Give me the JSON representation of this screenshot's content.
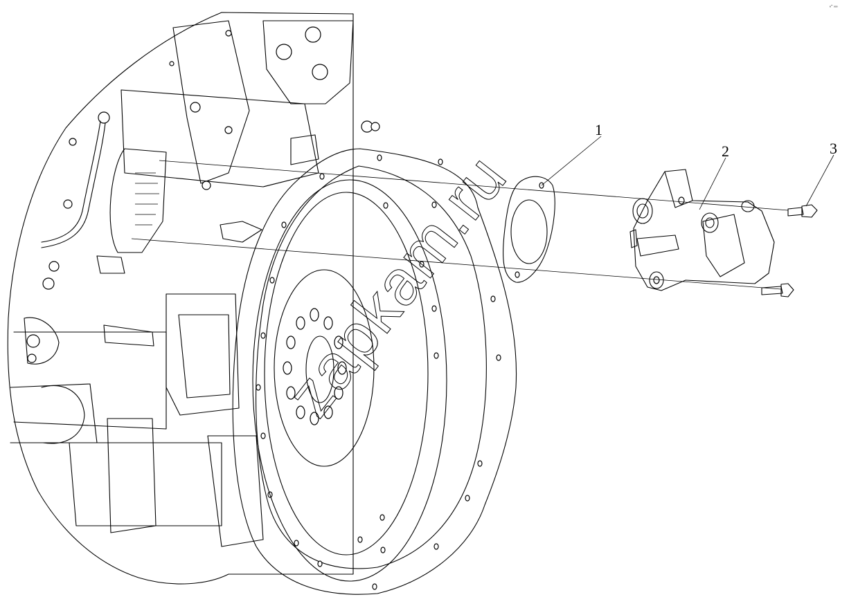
{
  "callouts": [
    {
      "id": "1",
      "label": "1"
    },
    {
      "id": "2",
      "label": "2"
    },
    {
      "id": "3",
      "label": "3"
    }
  ],
  "watermark": "zapkam.ru",
  "corner_mark": "ₑ⁼ ₒₒₒ"
}
